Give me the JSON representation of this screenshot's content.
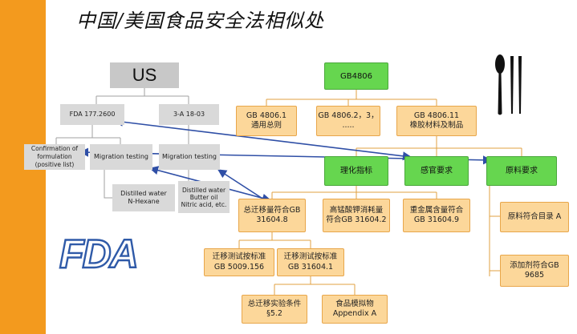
{
  "title": "中国/美国食品安全法相似处",
  "logo": {
    "text": "FDA",
    "color": "#2f5aa8"
  },
  "colors": {
    "sidebar": "#f39a1e",
    "us_box": "#c8c8c8",
    "gray_box": "#d9d9d9",
    "orange_box": "#fcd79a",
    "green_box": "#66d64f",
    "arrow": "#2f4fa6",
    "connector": "#a0a0a0"
  },
  "icons": [
    "spoon-icon",
    "chopsticks-icon"
  ],
  "us": {
    "root": "US",
    "fda": "FDA 177.2600",
    "sanitary": "3-A 18-03",
    "confirmation": "Confirmation of\nformulation\n(positive list)",
    "migration_1": "Migration testing",
    "migration_2": "Migration testing",
    "liquids_1": "Distilled water\nN-Hexane",
    "liquids_2": "Distilled water\nButter oil\nNitric acid, etc."
  },
  "china": {
    "root": "GB4806",
    "general": "GB 4806.1\n通用总则",
    "parts": "GB 4806.2，3，\n.....",
    "rubber": "GB 4806.11\n橡胶材料及制品",
    "physchem": "理化指标",
    "sensory": "感官要求",
    "raw": "原料要求",
    "overall_migration": "总迁移量符合GB\n31604.8",
    "kmno4": "高锰酸钾消耗量\n符合GB 31604.2",
    "heavy_metal": "重金属含量符合\nGB 31604.9",
    "method_1": "迁移测试按标准\nGB 5009.156",
    "method_2": "迁移测试按标准\nGB 31604.1",
    "condition": "总迁移实验条件\n§5.2",
    "simulant": "食品模拟物\nAppendix A",
    "raw_list": "原料符合目录 A",
    "additive": "添加剂符合GB\n9685"
  }
}
